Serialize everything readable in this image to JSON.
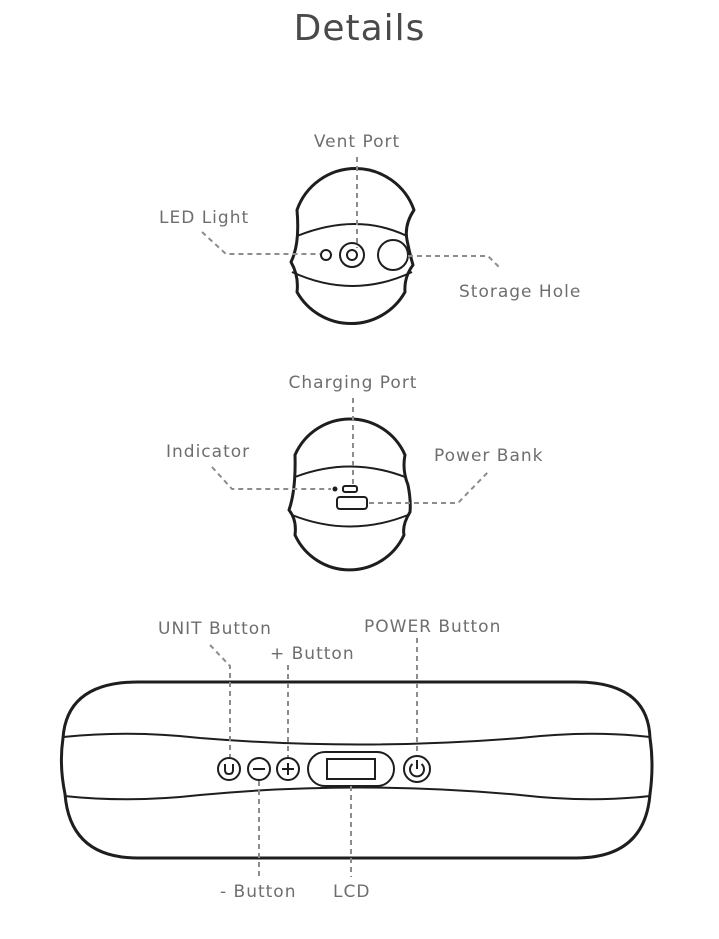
{
  "title": "Details",
  "views": {
    "top": {
      "vent_port": "Vent Port",
      "led_light": "LED Light",
      "storage_hole": "Storage Hole"
    },
    "bottom": {
      "charging_port": "Charging Port",
      "indicator": "Indicator",
      "power_bank": "Power Bank"
    },
    "front": {
      "unit_button": "UNIT Button",
      "plus_button": "+ Button",
      "power_button": "POWER Button",
      "minus_button": "- Button",
      "lcd": "LCD"
    }
  },
  "icons": [
    "power-icon",
    "unit-icon",
    "minus-icon",
    "plus-icon"
  ],
  "colors": {
    "outline": "#1e1e1e",
    "leader": "#8c8c8c",
    "label": "#6e6e6e",
    "title": "#4a4a4a"
  }
}
